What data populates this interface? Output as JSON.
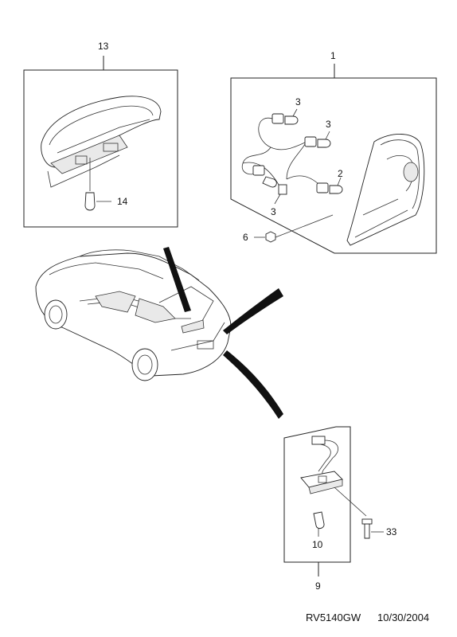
{
  "callouts": {
    "c13": "13",
    "c1": "1",
    "c3a": "3",
    "c3b": "3",
    "c3c": "3",
    "c2": "2",
    "c14": "14",
    "c6": "6",
    "c9": "9",
    "c10": "10",
    "c33": "33"
  },
  "footer": {
    "code": "RV5140GW",
    "date": "10/30/2004"
  }
}
